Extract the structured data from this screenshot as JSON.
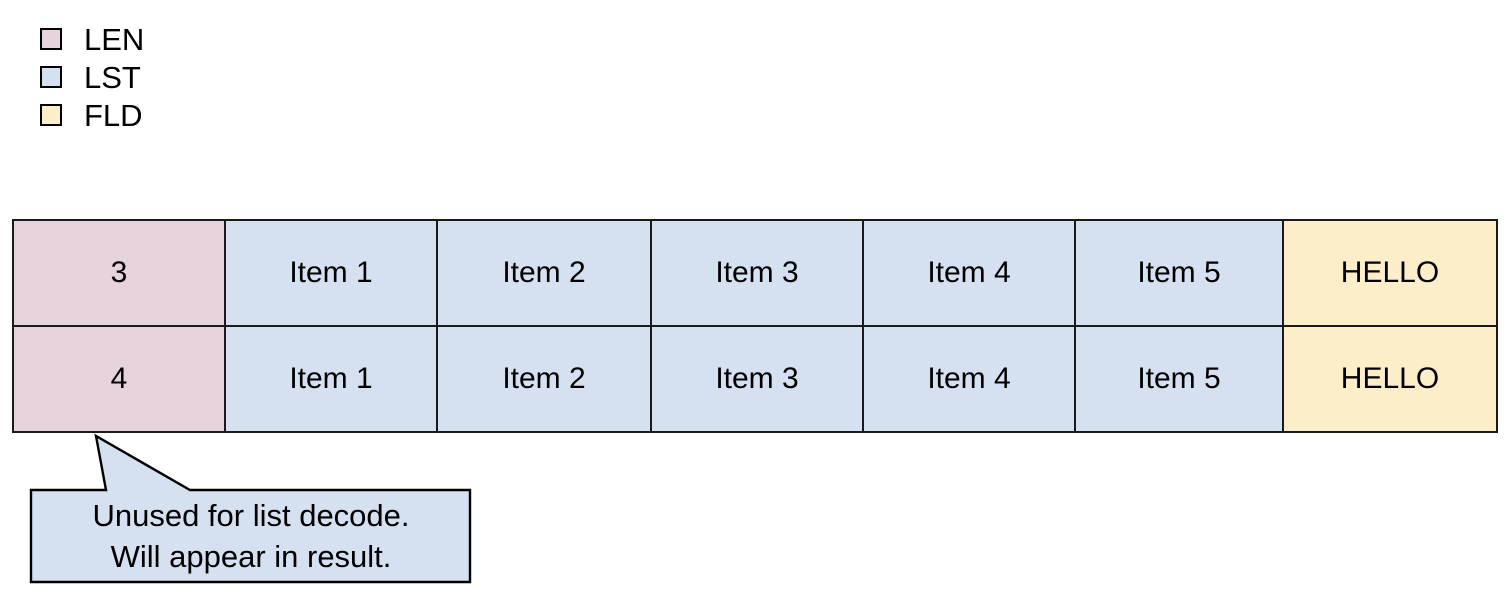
{
  "legend": {
    "items": [
      {
        "label": "LEN",
        "color": "#e6d3de",
        "icon": "color-swatch-icon"
      },
      {
        "label": "LST",
        "color": "#d5e1f1",
        "icon": "color-swatch-icon"
      },
      {
        "label": "FLD",
        "color": "#fbeec9",
        "icon": "color-swatch-icon"
      }
    ]
  },
  "table": {
    "rows": [
      {
        "cells": [
          {
            "text": "3",
            "type": "LEN"
          },
          {
            "text": "Item 1",
            "type": "LST"
          },
          {
            "text": "Item 2",
            "type": "LST"
          },
          {
            "text": "Item 3",
            "type": "LST"
          },
          {
            "text": "Item 4",
            "type": "LST"
          },
          {
            "text": "Item 5",
            "type": "LST"
          },
          {
            "text": "HELLO",
            "type": "FLD"
          }
        ]
      },
      {
        "cells": [
          {
            "text": "4",
            "type": "LEN"
          },
          {
            "text": "Item 1",
            "type": "LST"
          },
          {
            "text": "Item 2",
            "type": "LST"
          },
          {
            "text": "Item 3",
            "type": "LST"
          },
          {
            "text": "Item 4",
            "type": "LST"
          },
          {
            "text": "Item 5",
            "type": "LST"
          },
          {
            "text": "HELLO",
            "type": "FLD"
          }
        ]
      }
    ]
  },
  "callout": {
    "line1": "Unused for list decode.",
    "line2": "Will appear in result.",
    "fill": "#d5e1f1",
    "stroke": "#000000"
  }
}
